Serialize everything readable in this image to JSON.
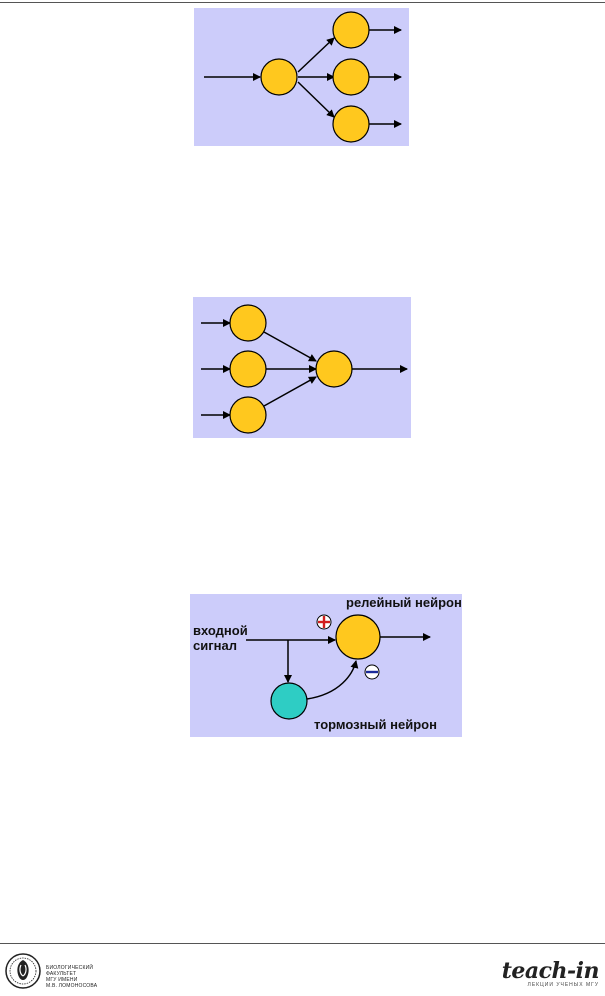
{
  "diagram3": {
    "relay_label": "релейный нейрон",
    "input_label_line1": "входной",
    "input_label_line2": "сигнал",
    "inhibitory_label": "тормозный нейрон",
    "plus_sign": "+",
    "minus_sign": "−"
  },
  "footer": {
    "university_lines": [
      "БИОЛОГИЧЕСКИЙ",
      "ФАКУЛЬТЕТ",
      "МГУ ИМЕНИ",
      "М.В. ЛОМОНОСОВА"
    ],
    "brand_name": "teach-in",
    "brand_tagline": "ЛЕКЦИИ УЧЕНЫХ МГУ"
  },
  "colors": {
    "panel_bg": "#ccccfa",
    "neuron": "#ffc81e",
    "inhibitory_neuron": "#2ecdc4"
  }
}
